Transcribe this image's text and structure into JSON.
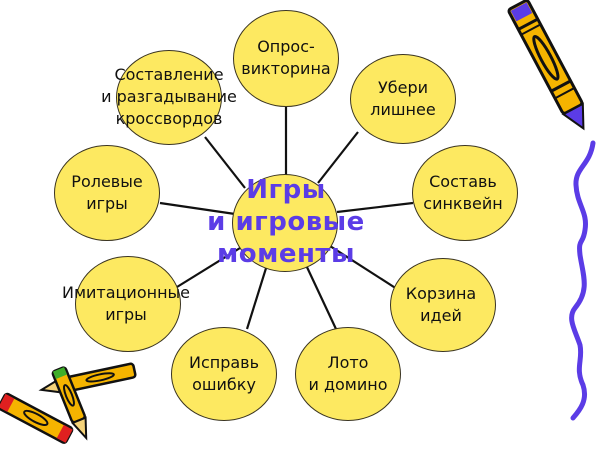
{
  "center": {
    "line1": "Игры",
    "line2": "и игровые",
    "line3": "моменты",
    "color": "#5b3ce6"
  },
  "nodes": [
    {
      "id": "opros",
      "line1": "Опрос-",
      "line2": "викторина"
    },
    {
      "id": "uberi",
      "line1": "Убери",
      "line2": "лишнее"
    },
    {
      "id": "sostav",
      "line1": "Составь",
      "line2": "синквейн"
    },
    {
      "id": "korzina",
      "line1": "Корзина",
      "line2": "идей"
    },
    {
      "id": "loto",
      "line1": "Лото",
      "line2": "и домино"
    },
    {
      "id": "isprav",
      "line1": "Исправь",
      "line2": "ошибку"
    },
    {
      "id": "imitac",
      "line1": "Имитационные",
      "line2": "игры"
    },
    {
      "id": "rolevye",
      "line1": "Ролевые",
      "line2": "игры"
    },
    {
      "id": "krossvord",
      "line1": "Составление",
      "line2": "и разгадывание",
      "line3": "кроссвордов"
    }
  ],
  "colors": {
    "node_fill": "#fde961",
    "accent_purple": "#5b3ce6",
    "pencil_yellow": "#f5b400"
  }
}
